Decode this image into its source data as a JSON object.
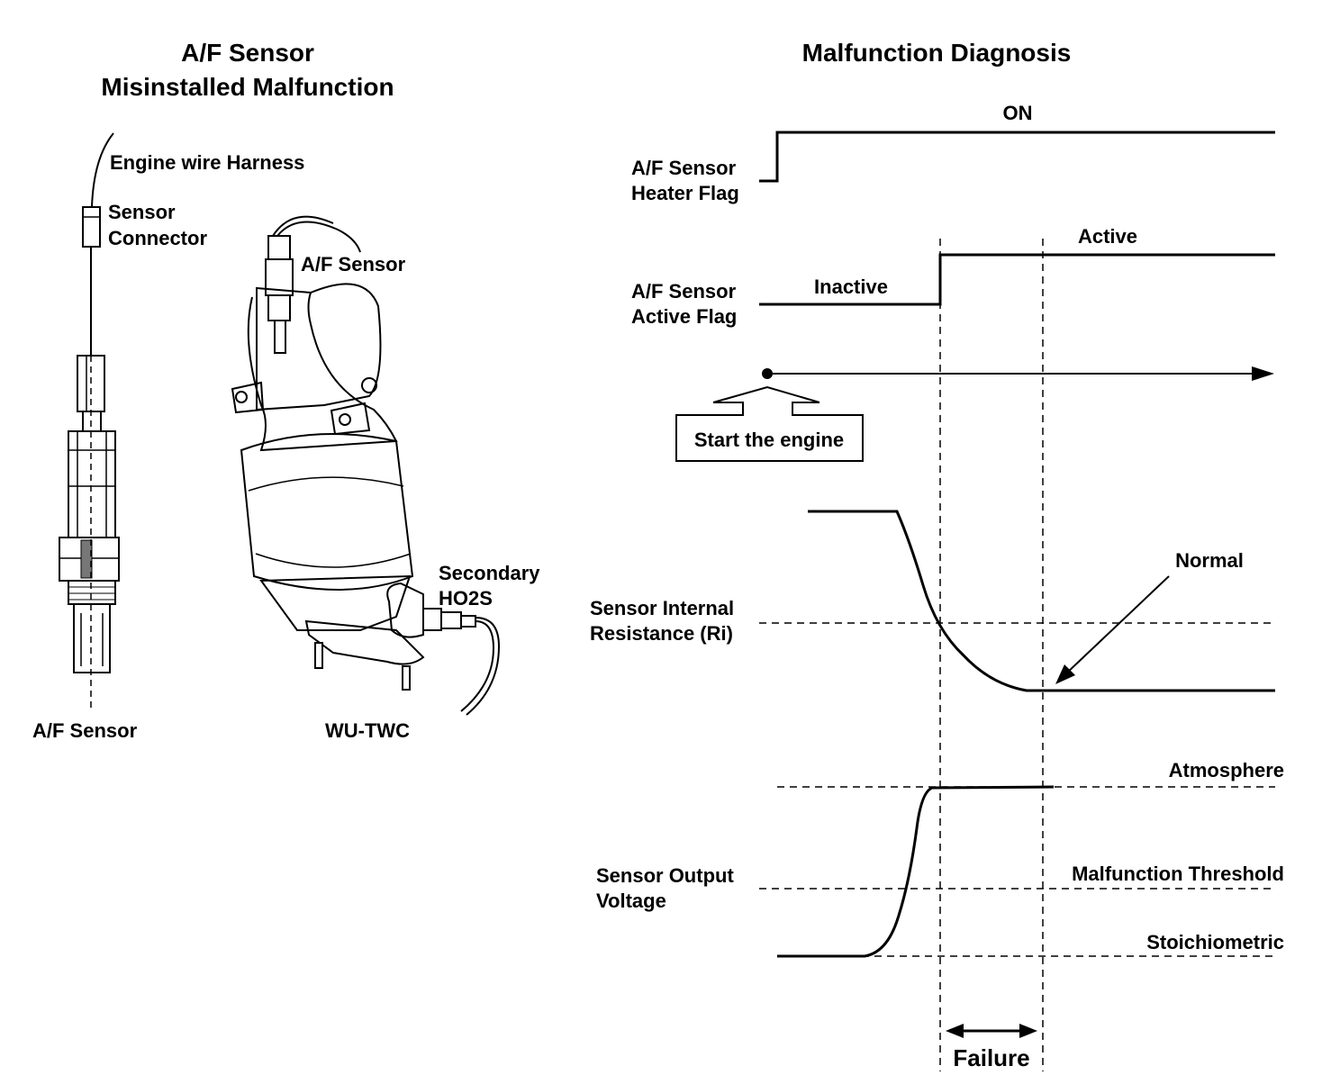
{
  "left_panel": {
    "title_line1": "A/F Sensor",
    "title_line2": "Misinstalled Malfunction",
    "engine_wire_harness": "Engine wire Harness",
    "sensor_connector_line1": "Sensor",
    "sensor_connector_line2": "Connector",
    "af_sensor_mounted": "A/F Sensor",
    "secondary_ho2s_line1": "Secondary",
    "secondary_ho2s_line2": "HO2S",
    "af_sensor_caption": "A/F Sensor",
    "wu_twc_caption": "WU-TWC"
  },
  "right_panel": {
    "title": "Malfunction Diagnosis",
    "heater_flag_line1": "A/F Sensor",
    "heater_flag_line2": "Heater Flag",
    "heater_on": "ON",
    "active_flag_line1": "A/F Sensor",
    "active_flag_line2": "Active Flag",
    "inactive": "Inactive",
    "active": "Active",
    "start_engine": "Start the engine",
    "resistance_line1": "Sensor Internal",
    "resistance_line2": "Resistance (Ri)",
    "normal": "Normal",
    "voltage_line1": "Sensor Output",
    "voltage_line2": "Voltage",
    "atmosphere": "Atmosphere",
    "malfunction_threshold": "Malfunction Threshold",
    "stoichiometric": "Stoichiometric",
    "failure": "Failure"
  }
}
